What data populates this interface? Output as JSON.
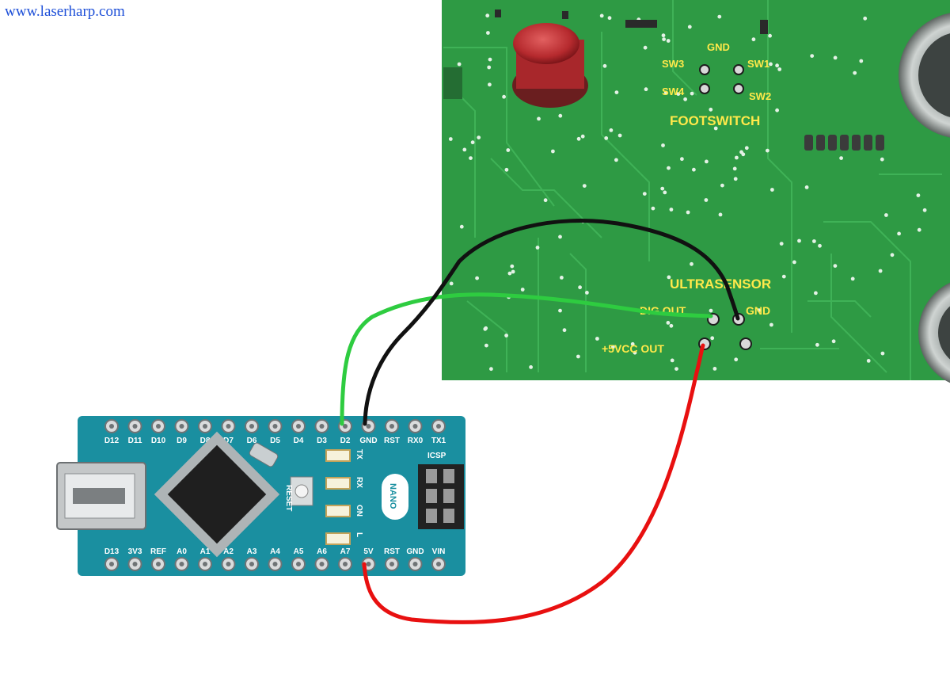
{
  "site": {
    "watermark": "www.laserharp.com"
  },
  "pcb": {
    "footswitch": {
      "title": "FOOTSWITCH",
      "pins": [
        "GND",
        "SW1",
        "SW2",
        "SW3",
        "SW4"
      ]
    },
    "ultrasensor": {
      "title": "ULTRASENSOR",
      "pins": {
        "dig_out": "DIG OUT",
        "gnd": "GND",
        "vcc_out": "+5VCC OUT"
      }
    }
  },
  "nano": {
    "top_pins": [
      "D12",
      "D11",
      "D10",
      "D9",
      "D8",
      "D7",
      "D6",
      "D5",
      "D4",
      "D3",
      "D2",
      "GND",
      "RST",
      "RX0",
      "TX1"
    ],
    "bottom_pins": [
      "D13",
      "3V3",
      "REF",
      "A0",
      "A1",
      "A2",
      "A3",
      "A4",
      "A5",
      "A6",
      "A7",
      "5V",
      "RST",
      "GND",
      "VIN"
    ],
    "leds": [
      "TX",
      "RX",
      "ON",
      "L"
    ],
    "reset_label": "RESET",
    "icsp_label": "ICSP",
    "logo": "NANO"
  },
  "wires": [
    {
      "from": "D2",
      "to": "DIG OUT",
      "color": "#2ecc40"
    },
    {
      "from": "GND",
      "to": "GND",
      "color": "#111111"
    },
    {
      "from": "5V",
      "to": "+5VCC OUT",
      "color": "#e81010"
    }
  ],
  "colors": {
    "pcb_green": "#2e9a44",
    "nano_blue": "#1a8fa0",
    "silk_yellow": "#ffe94a"
  }
}
